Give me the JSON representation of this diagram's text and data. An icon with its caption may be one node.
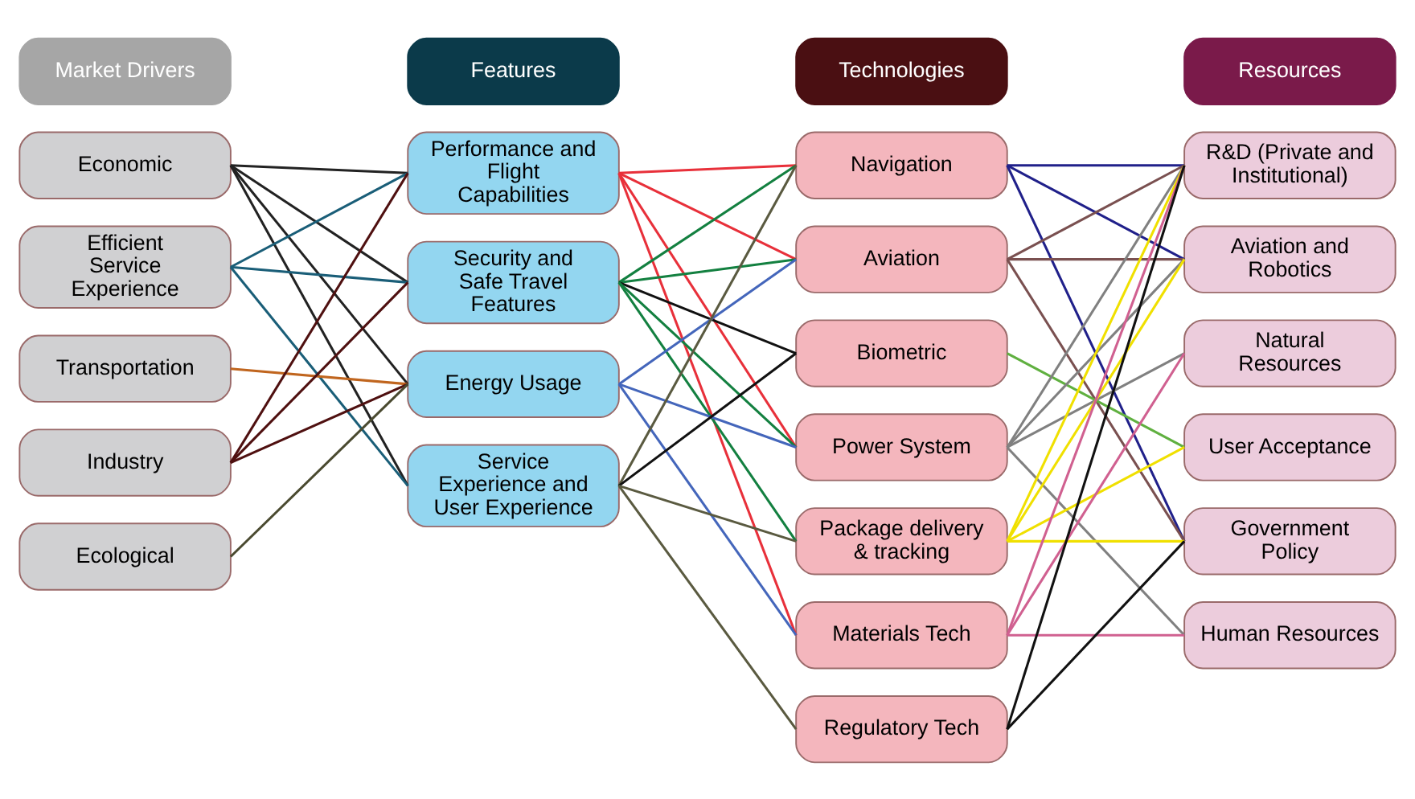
{
  "diagram": {
    "nodes": [
      {
        "text": [
          "Market Drivers"
        ]
      },
      {
        "text": [
          "Features"
        ]
      },
      {
        "text": [
          "Technologies"
        ]
      },
      {
        "text": [
          "Resources"
        ]
      },
      {
        "text": [
          "Economic"
        ]
      },
      {
        "text": [
          "Efficient Service Experience"
        ]
      },
      {
        "text": [
          "Transportation"
        ]
      },
      {
        "text": [
          "Industry"
        ]
      },
      {
        "text": [
          "Ecological"
        ]
      },
      {
        "text": [
          "Performance and Flight Capabilities"
        ]
      },
      {
        "text": [
          "Security and Safe Travel Features"
        ]
      },
      {
        "text": [
          "Energy Usage"
        ]
      },
      {
        "text": [
          "Service Experience and User Experience"
        ]
      },
      {
        "text": [
          "Navigation"
        ]
      },
      {
        "text": [
          "Aviation"
        ]
      },
      {
        "text": [
          "Biometric"
        ]
      },
      {
        "text": [
          "Power System"
        ]
      },
      {
        "text": [
          "Package delivery & tracking"
        ]
      },
      {
        "text": [
          "Materials Tech"
        ]
      },
      {
        "text": [
          "Regulatory Tech"
        ]
      },
      {
        "text": [
          "R&D (Private and Institutional)"
        ]
      },
      {
        "text": [
          "Aviation and Robotics"
        ]
      },
      {
        "text": [
          "Natural Resources"
        ]
      },
      {
        "text": [
          "User Acceptance"
        ]
      },
      {
        "text": [
          "Government Policy"
        ]
      },
      {
        "text": [
          "Human Resources"
        ]
      }
    ],
    "edges": [
      {
        "from": 4,
        "to": 9,
        "arrow": "none",
        "color": "#222222"
      },
      {
        "from": 4,
        "to": 10,
        "arrow": "none",
        "color": "#222222"
      },
      {
        "from": 4,
        "to": 11,
        "arrow": "none",
        "color": "#222222"
      },
      {
        "from": 4,
        "to": 12,
        "arrow": "none",
        "color": "#222222"
      },
      {
        "from": 5,
        "to": 9,
        "arrow": "none",
        "color": "#1a5e78"
      },
      {
        "from": 5,
        "to": 10,
        "arrow": "none",
        "color": "#1a5e78"
      },
      {
        "from": 5,
        "to": 12,
        "arrow": "none",
        "color": "#1a5e78"
      },
      {
        "from": 6,
        "to": 11,
        "arrow": "none",
        "color": "#c0651e"
      },
      {
        "from": 7,
        "to": 9,
        "arrow": "none",
        "color": "#4f1010"
      },
      {
        "from": 7,
        "to": 10,
        "arrow": "none",
        "color": "#4f1010"
      },
      {
        "from": 7,
        "to": 11,
        "arrow": "none",
        "color": "#4f1010"
      },
      {
        "from": 8,
        "to": 11,
        "arrow": "none",
        "color": "#4a4a30"
      },
      {
        "from": 9,
        "to": 13,
        "arrow": "none",
        "color": "#e8303a"
      },
      {
        "from": 9,
        "to": 14,
        "arrow": "none",
        "color": "#e8303a"
      },
      {
        "from": 9,
        "to": 16,
        "arrow": "none",
        "color": "#e8303a"
      },
      {
        "from": 9,
        "to": 18,
        "arrow": "none",
        "color": "#e8303a"
      },
      {
        "from": 10,
        "to": 13,
        "arrow": "none",
        "color": "#138040"
      },
      {
        "from": 10,
        "to": 14,
        "arrow": "none",
        "color": "#138040"
      },
      {
        "from": 10,
        "to": 15,
        "arrow": "none",
        "color": "#111111"
      },
      {
        "from": 10,
        "to": 16,
        "arrow": "none",
        "color": "#138040"
      },
      {
        "from": 10,
        "to": 17,
        "arrow": "none",
        "color": "#138040"
      },
      {
        "from": 11,
        "to": 14,
        "arrow": "none",
        "color": "#4466bb"
      },
      {
        "from": 11,
        "to": 16,
        "arrow": "none",
        "color": "#4466bb"
      },
      {
        "from": 11,
        "to": 18,
        "arrow": "none",
        "color": "#4466bb"
      },
      {
        "from": 12,
        "to": 13,
        "arrow": "none",
        "color": "#5a5a40"
      },
      {
        "from": 12,
        "to": 15,
        "arrow": "none",
        "color": "#111111"
      },
      {
        "from": 12,
        "to": 17,
        "arrow": "none",
        "color": "#5a5a40"
      },
      {
        "from": 12,
        "to": 19,
        "arrow": "none",
        "color": "#5a5a40"
      },
      {
        "from": 13,
        "to": 20,
        "arrow": "none",
        "color": "#20208a"
      },
      {
        "from": 13,
        "to": 21,
        "arrow": "none",
        "color": "#20208a"
      },
      {
        "from": 13,
        "to": 24,
        "arrow": "none",
        "color": "#20208a"
      },
      {
        "from": 14,
        "to": 20,
        "arrow": "none",
        "color": "#7a5050"
      },
      {
        "from": 14,
        "to": 21,
        "arrow": "none",
        "color": "#7a5050"
      },
      {
        "from": 14,
        "to": 24,
        "arrow": "none",
        "color": "#7a5050"
      },
      {
        "from": 15,
        "to": 23,
        "arrow": "none",
        "color": "#60b040"
      },
      {
        "from": 16,
        "to": 20,
        "arrow": "none",
        "color": "#808080"
      },
      {
        "from": 16,
        "to": 21,
        "arrow": "none",
        "color": "#808080"
      },
      {
        "from": 16,
        "to": 22,
        "arrow": "none",
        "color": "#808080"
      },
      {
        "from": 16,
        "to": 25,
        "arrow": "none",
        "color": "#808080"
      },
      {
        "from": 17,
        "to": 20,
        "arrow": "none",
        "color": "#f0e000"
      },
      {
        "from": 17,
        "to": 21,
        "arrow": "none",
        "color": "#f0e000"
      },
      {
        "from": 17,
        "to": 23,
        "arrow": "none",
        "color": "#f0e000"
      },
      {
        "from": 17,
        "to": 24,
        "arrow": "none",
        "color": "#f0e000"
      },
      {
        "from": 18,
        "to": 20,
        "arrow": "none",
        "color": "#d06090"
      },
      {
        "from": 18,
        "to": 22,
        "arrow": "none",
        "color": "#d06090"
      },
      {
        "from": 18,
        "to": 25,
        "arrow": "none",
        "color": "#d06090"
      },
      {
        "from": 19,
        "to": 20,
        "arrow": "none",
        "color": "#111111"
      },
      {
        "from": 19,
        "to": 24,
        "arrow": "none",
        "color": "#111111"
      }
    ]
  }
}
